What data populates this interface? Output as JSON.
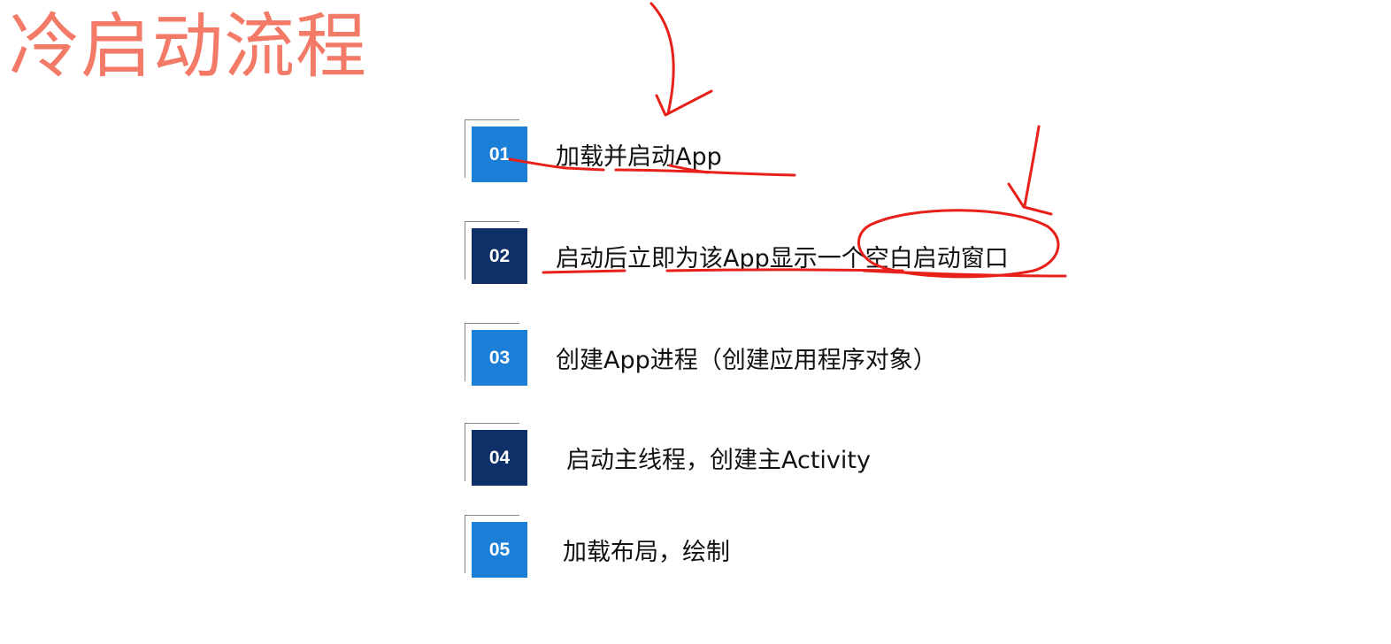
{
  "title": "冷启动流程",
  "colors": {
    "title": "#f47a68",
    "badge_light": "#1c7fd7",
    "badge_dark": "#0e2f68",
    "annotation": "#e8201a",
    "text": "#111111"
  },
  "steps": [
    {
      "number": "01",
      "label": "加载并启动App",
      "style": "light"
    },
    {
      "number": "02",
      "label": "启动后立即为该App显示一个空白启动窗口",
      "style": "dark"
    },
    {
      "number": "03",
      "label": "创建App进程（创建应用程序对象）",
      "style": "light"
    },
    {
      "number": "04",
      "label": "启动主线程，创建主Activity",
      "style": "dark"
    },
    {
      "number": "05",
      "label": "加载布局，绘制",
      "style": "light"
    }
  ]
}
